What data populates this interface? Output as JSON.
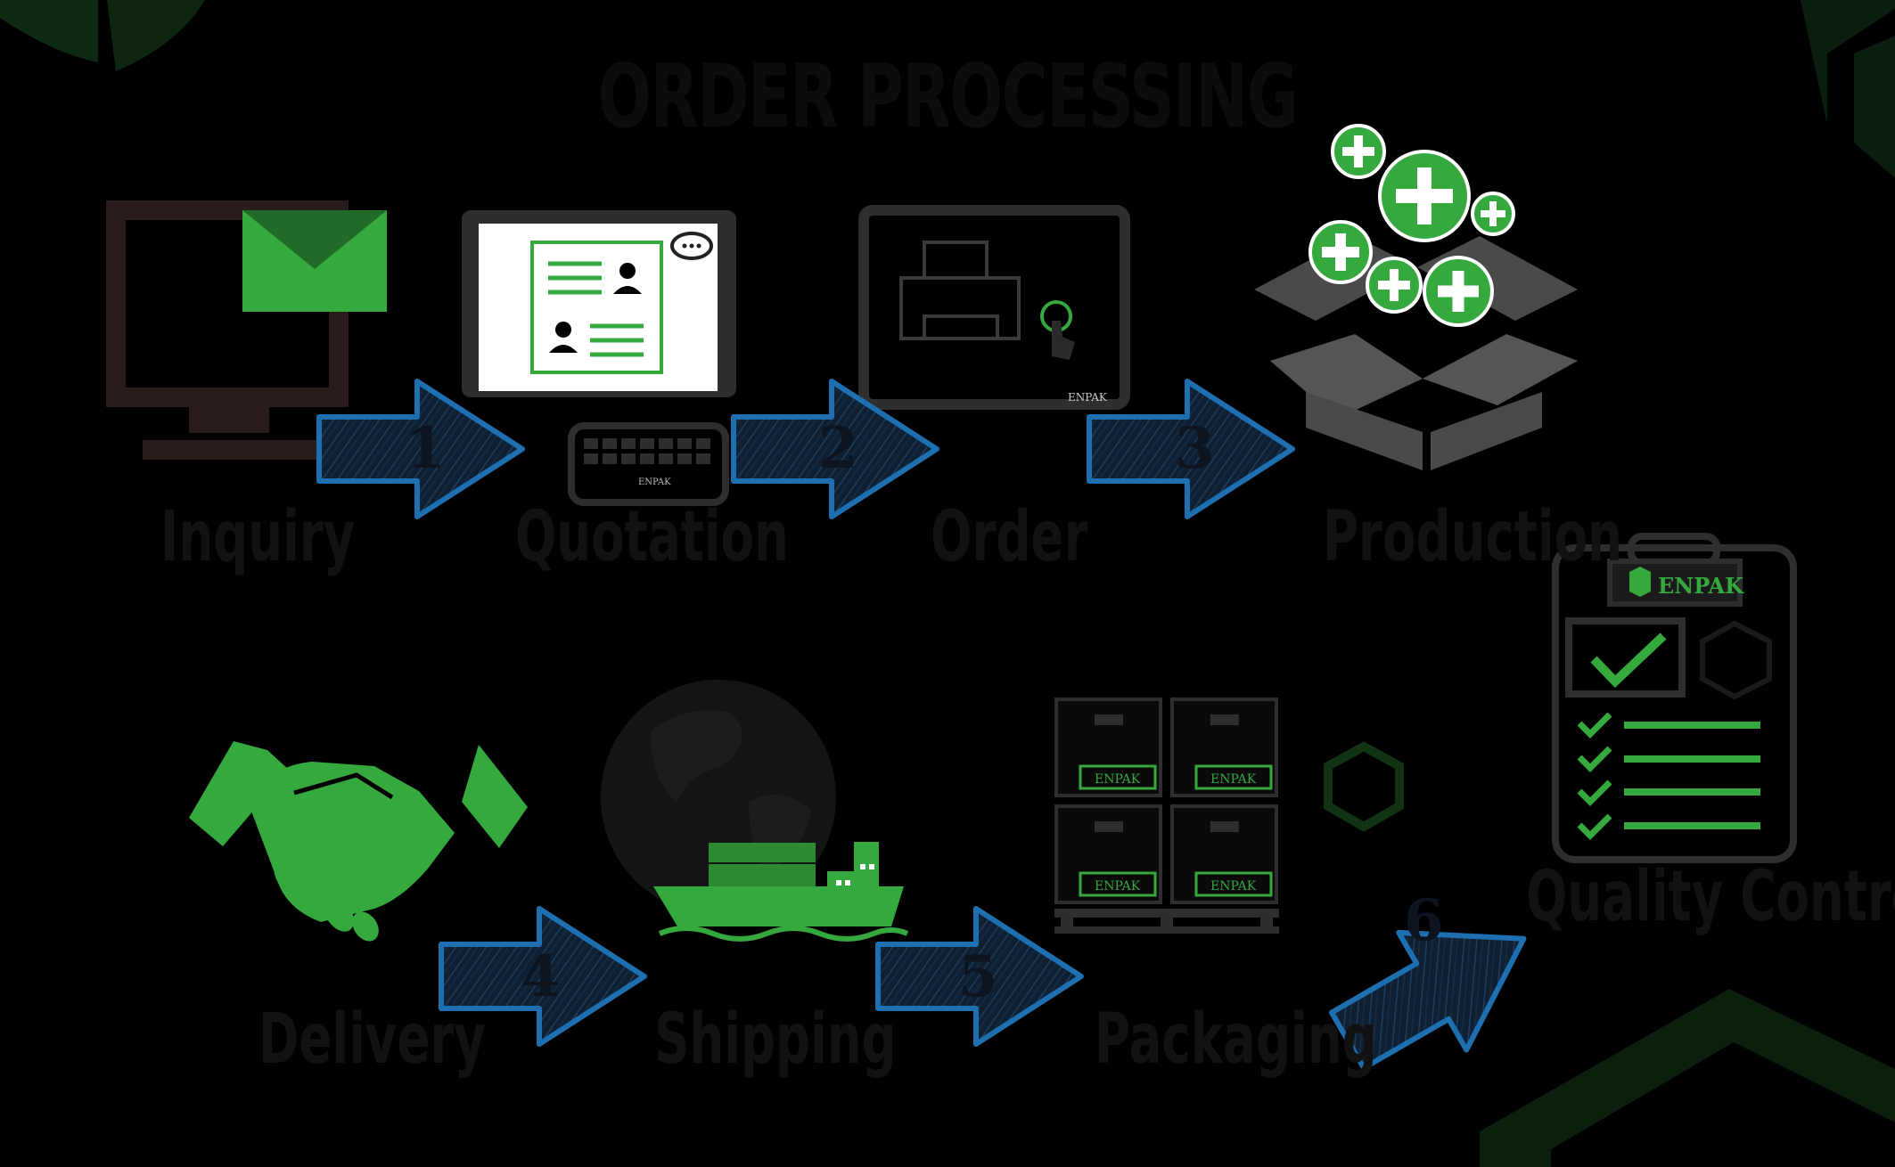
{
  "title": "ORDER PROCESSING",
  "brand": "ENPAK",
  "steps": [
    {
      "label": "Inquiry"
    },
    {
      "label": "Quotation"
    },
    {
      "label": "Order"
    },
    {
      "label": "Production"
    },
    {
      "label": "Quality Control"
    },
    {
      "label": "Packaging"
    },
    {
      "label": "Shipping"
    },
    {
      "label": "Delivery"
    }
  ],
  "arrows": [
    "1",
    "2",
    "3",
    "4",
    "5",
    "6"
  ],
  "colors": {
    "background": "#000000",
    "accent_green": "#35a83e",
    "arrow_fill": "#0f2033",
    "arrow_outline": "#1e6fb0",
    "dark_gray": "#3a3a3a"
  },
  "icons": {
    "inquiry": "monitor-envelope-icon",
    "quotation": "tablet-contact-card-icon",
    "order": "tablet-printer-touch-icon",
    "production": "box-plus-icon",
    "quality_control": "clipboard-checklist-icon",
    "packaging": "stacked-boxes-pallet-icon",
    "shipping": "globe-cargo-ship-icon",
    "delivery": "handshake-icon"
  }
}
